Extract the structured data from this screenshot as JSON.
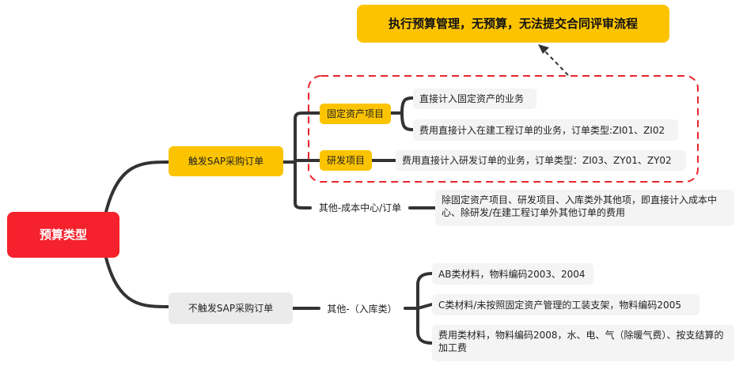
{
  "root": "预算类型",
  "callout": "执行预算管理，无预算，无法提交合同评审流程",
  "branch_trigger": {
    "label": "触发SAP采购订单",
    "fixed_asset": {
      "label": "固定资产项目",
      "items": [
        "直接计入固定资产的业务",
        "费用直接计入在建工程订单的业务，订单类型:ZI01、ZI02"
      ]
    },
    "rd": {
      "label": "研发项目",
      "item": "费用直接计入研发订单的业务，订单类型：ZI03、ZY01、ZY02"
    },
    "other": {
      "label": "其他-成本中心/订单",
      "item": "除固定资产项目、研发项目、入库类外其他项，即直接计入成本中心、除研发/在建工程订单外其他订单的费用"
    }
  },
  "branch_no_trigger": {
    "label": "不触发SAP采购订单",
    "other": {
      "label": "其他-（入库类）",
      "items": [
        "AB类材料，物料编码2003、2004",
        "C类材料/未按照固定资产管理的工装支架，物料编码2005",
        "费用类材料，物料编码2008，水、电、气（除暖气费）、按支结算的加工费"
      ]
    }
  },
  "colors": {
    "root": "#f5222d",
    "accent": "#fcc400",
    "line": "#333333",
    "dashed_box": "#e8262c"
  }
}
